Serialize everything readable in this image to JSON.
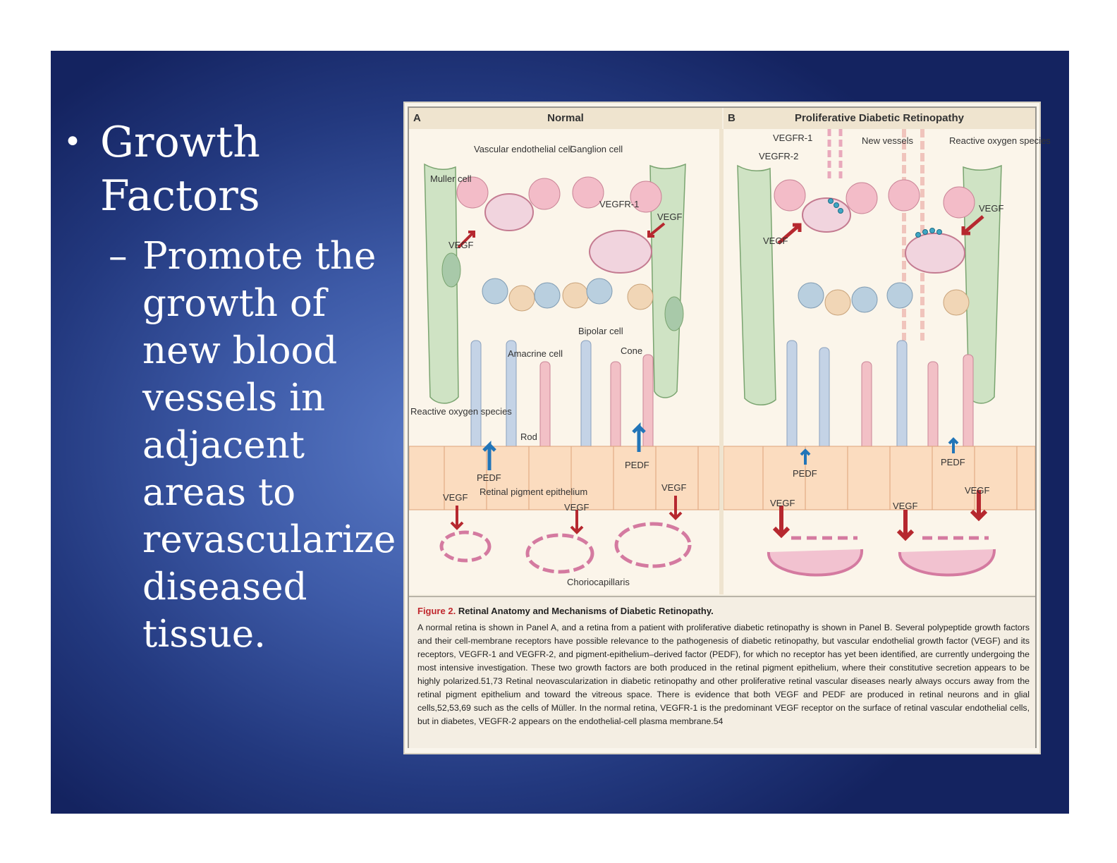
{
  "slide": {
    "bullet_main": "Growth Factors",
    "bullet_sub": "Promote the growth of new blood vessels in adjacent areas to revascularize diseased tissue."
  },
  "figure": {
    "panel_a": {
      "letter": "A",
      "title": "Normal"
    },
    "panel_b": {
      "letter": "B",
      "title": "Proliferative Diabetic Retinopathy"
    },
    "labels_a": {
      "vascular": "Vascular endothelial cell",
      "ganglion": "Ganglion cell",
      "muller": "Muller cell",
      "vegfr1": "VEGFR-1",
      "vegf_right": "VEGF",
      "vegf_left": "VEGF",
      "bipolar": "Bipolar cell",
      "amacrine": "Amacrine cell",
      "cone": "Cone",
      "ros": "Reactive oxygen species",
      "rod": "Rod",
      "pedf_left": "PEDF",
      "pedf_right": "PEDF",
      "rpe": "Retinal pigment epithelium",
      "vegf_low_left": "VEGF",
      "vegf_low_mid": "VEGF",
      "vegf_low_right": "VEGF",
      "choriocapillaris": "Choriocapillaris"
    },
    "labels_b": {
      "vegfr1": "VEGFR-1",
      "vegfr2": "VEGFR-2",
      "new_vessels": "New vessels",
      "ros": "Reactive oxygen species",
      "vegf_left": "VEGF",
      "vegf_right": "VEGF",
      "pedf_left": "PEDF",
      "pedf_right": "PEDF",
      "vegf_low_left": "VEGF",
      "vegf_low_mid": "VEGF",
      "vegf_low_right": "VEGF"
    },
    "caption": {
      "number": "Figure 2.",
      "title": "Retinal Anatomy and Mechanisms of Diabetic Retinopathy.",
      "body": "A normal retina is shown in Panel A, and a retina from a patient with proliferative diabetic retinopathy is shown in Panel B. Several polypeptide growth factors and their cell-membrane receptors have possible relevance to the pathogenesis of diabetic retinopathy, but vascular endothelial growth factor (VEGF) and its receptors, VEGFR-1 and VEGFR-2, and pigment-epithelium–derived factor (PEDF), for which no receptor has yet been identified, are currently undergoing the most intensive investigation. These two growth factors are both produced in the retinal pigment epithelium, where their constitutive secretion appears to be highly polarized.51,73 Retinal neovascularization in diabetic retinopathy and other proliferative retinal vascular diseases nearly always occurs away from the retinal pigment epithelium and toward the vitreous space. There is evidence that both VEGF and PEDF are produced in retinal neurons and in glial cells,52,53,69 such as the cells of Müller. In the normal retina, VEGFR-1 is the predominant VEGF receptor on the surface of retinal vascular endothelial cells, but in diabetes, VEGFR-2 appears on the endothelial-cell plasma membrane.54"
    }
  }
}
